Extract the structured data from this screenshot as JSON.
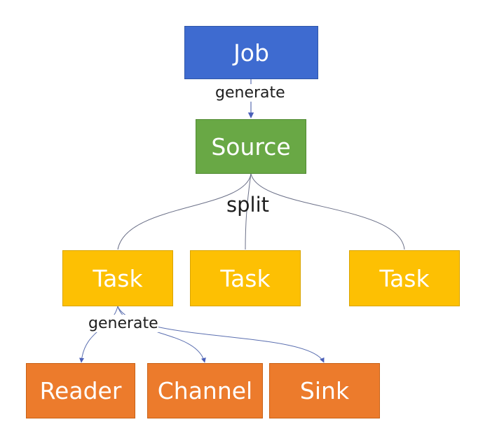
{
  "nodes": {
    "job": "Job",
    "source": "Source",
    "task_1": "Task",
    "task_2": "Task",
    "task_3": "Task",
    "reader": "Reader",
    "channel": "Channel",
    "sink": "Sink"
  },
  "edge_labels": {
    "job_to_source": "generate",
    "source_to_tasks": "split",
    "task_to_components": "generate"
  },
  "colors": {
    "job": "#3e6bd0",
    "source": "#69a845",
    "task": "#fdc003",
    "component": "#ec7b2c",
    "edge": "#5b6fb0"
  }
}
